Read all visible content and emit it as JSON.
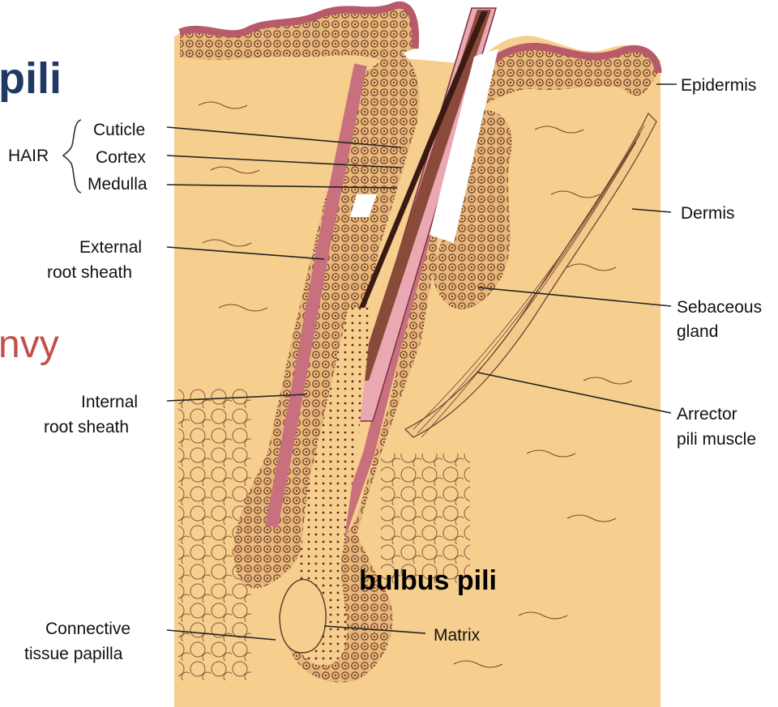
{
  "slide": {
    "title_fragment": "pili",
    "subtitle_fragment": "nvy"
  },
  "labels": {
    "hair": "HAIR",
    "cuticle": "Cuticle",
    "cortex": "Cortex",
    "medulla": "Medulla",
    "external_root_sheath": [
      "External",
      "root sheath"
    ],
    "internal_root_sheath": [
      "Internal",
      "root sheath"
    ],
    "connective_tissue_papilla": [
      "Connective",
      "tissue papilla"
    ],
    "epidermis": "Epidermis",
    "dermis": "Dermis",
    "sebaceous_gland": [
      "Sebaceous",
      "gland"
    ],
    "arrector_pili_muscle": [
      "Arrector",
      "pili muscle"
    ],
    "matrix": "Matrix",
    "bulbus_pili": "bulbus pili"
  },
  "colors": {
    "dermis": "#f6cf8e",
    "epidermis_band": "#b85a6a",
    "sheath_pink": "#c9707e",
    "cells": "#6b3a2a",
    "medulla": "#3a1a12",
    "title": "#1f3864",
    "subtitle": "#c0504d"
  }
}
